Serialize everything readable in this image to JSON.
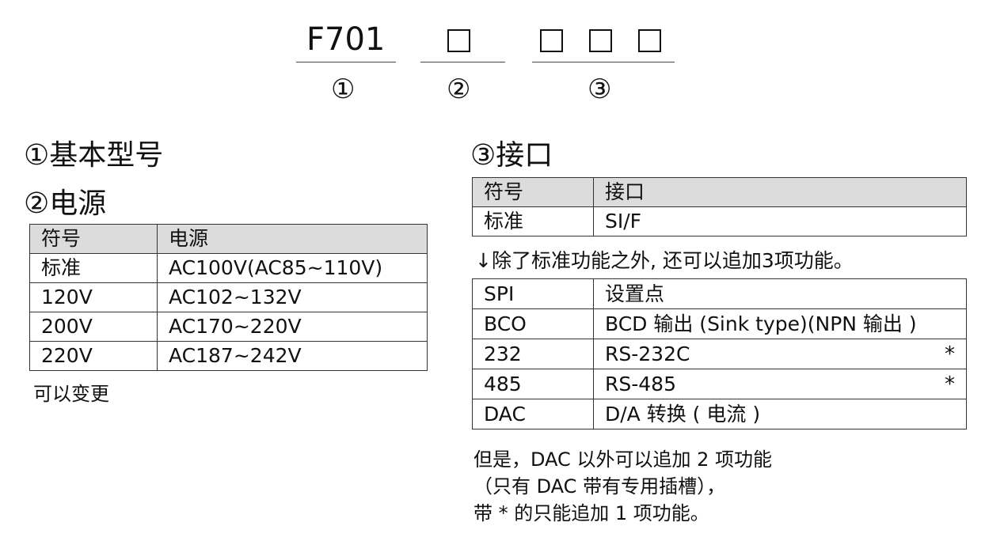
{
  "code": {
    "model": "F701",
    "markers": [
      "①",
      "②",
      "③"
    ]
  },
  "section1": {
    "title": "①基本型号"
  },
  "section2": {
    "title": "②电源",
    "headers": [
      "符号",
      "电源"
    ],
    "rows": [
      [
        "标准",
        "AC100V(AC85~110V)"
      ],
      [
        "120V",
        "AC102~132V"
      ],
      [
        "200V",
        "AC170~220V"
      ],
      [
        "220V",
        "AC187~242V"
      ]
    ],
    "footnote": "可以变更"
  },
  "section3": {
    "title": "③接口",
    "headers": [
      "符号",
      "接口"
    ],
    "rows": [
      [
        "标准",
        "SI/F"
      ]
    ],
    "note": "↓除了标准功能之外, 还可以追加3项功能。",
    "options": [
      [
        "SPI",
        "设置点",
        ""
      ],
      [
        "BCO",
        "BCD 输出 (Sink type)(NPN 输出 )",
        ""
      ],
      [
        "232",
        "RS-232C",
        "*"
      ],
      [
        "485",
        "RS-485",
        "*"
      ],
      [
        "DAC",
        "D/A 转换 ( 电流 )",
        ""
      ]
    ],
    "footer": [
      "但是，DAC 以外可以追加 2 项功能",
      "（只有 DAC 带有专用插槽），",
      "带 * 的只能追加 1 项功能。"
    ]
  }
}
